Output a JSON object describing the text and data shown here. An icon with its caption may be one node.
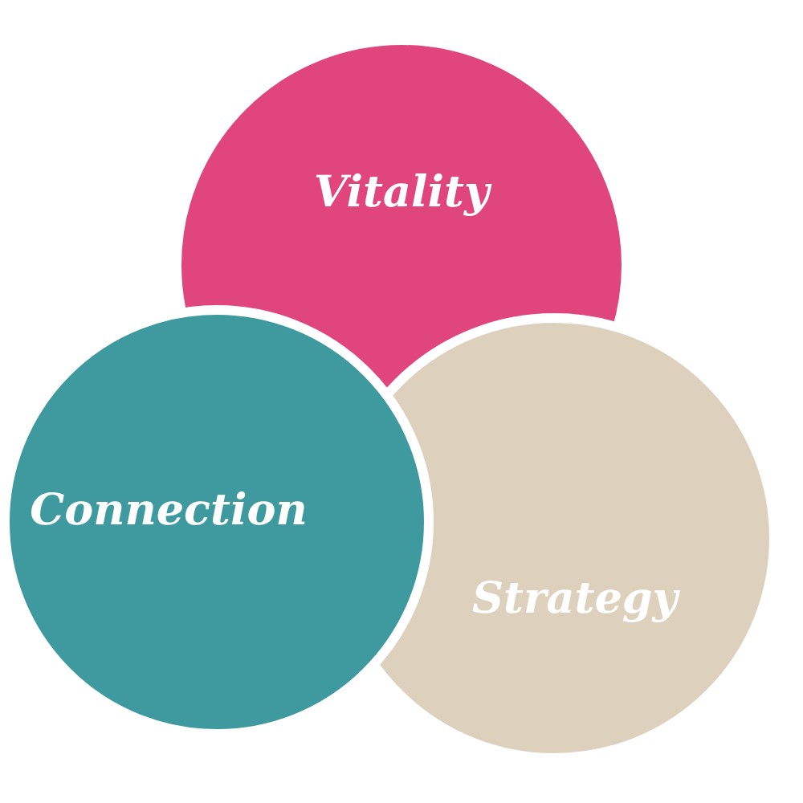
{
  "diagram": {
    "nodes": [
      {
        "text": [
          "Vitality"
        ]
      },
      {
        "text": [
          "Connection"
        ]
      },
      {
        "text": [
          "Strategy"
        ]
      }
    ]
  }
}
